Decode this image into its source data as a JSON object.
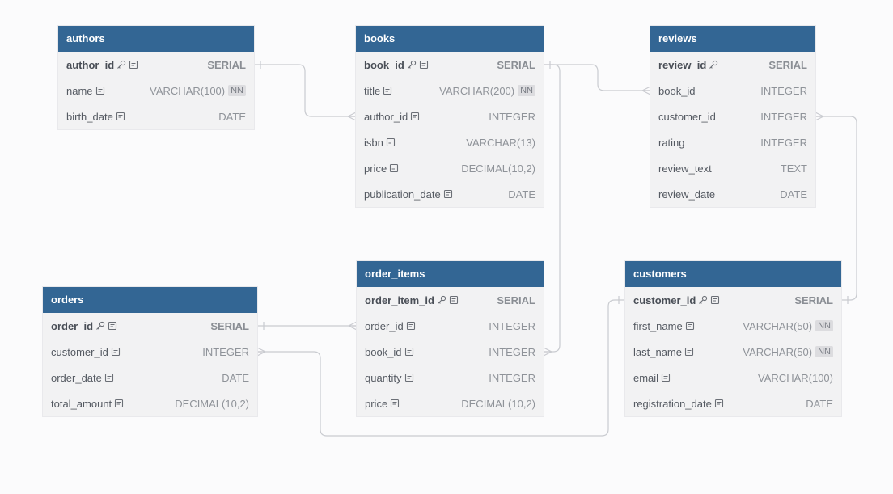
{
  "tables": [
    {
      "id": "authors",
      "title": "authors",
      "fields": [
        {
          "name": "author_id",
          "type": "SERIAL",
          "pk": true,
          "key": true,
          "note": true,
          "nn": false
        },
        {
          "name": "name",
          "type": "VARCHAR(100)",
          "pk": false,
          "key": false,
          "note": true,
          "nn": true
        },
        {
          "name": "birth_date",
          "type": "DATE",
          "pk": false,
          "key": false,
          "note": true,
          "nn": false
        }
      ]
    },
    {
      "id": "books",
      "title": "books",
      "fields": [
        {
          "name": "book_id",
          "type": "SERIAL",
          "pk": true,
          "key": true,
          "note": true,
          "nn": false
        },
        {
          "name": "title",
          "type": "VARCHAR(200)",
          "pk": false,
          "key": false,
          "note": true,
          "nn": true
        },
        {
          "name": "author_id",
          "type": "INTEGER",
          "pk": false,
          "key": false,
          "note": true,
          "nn": false
        },
        {
          "name": "isbn",
          "type": "VARCHAR(13)",
          "pk": false,
          "key": false,
          "note": true,
          "nn": false
        },
        {
          "name": "price",
          "type": "DECIMAL(10,2)",
          "pk": false,
          "key": false,
          "note": true,
          "nn": false
        },
        {
          "name": "publication_date",
          "type": "DATE",
          "pk": false,
          "key": false,
          "note": true,
          "nn": false
        }
      ]
    },
    {
      "id": "reviews",
      "title": "reviews",
      "fields": [
        {
          "name": "review_id",
          "type": "SERIAL",
          "pk": true,
          "key": true,
          "note": false,
          "nn": false
        },
        {
          "name": "book_id",
          "type": "INTEGER",
          "pk": false,
          "key": false,
          "note": false,
          "nn": false
        },
        {
          "name": "customer_id",
          "type": "INTEGER",
          "pk": false,
          "key": false,
          "note": false,
          "nn": false
        },
        {
          "name": "rating",
          "type": "INTEGER",
          "pk": false,
          "key": false,
          "note": false,
          "nn": false
        },
        {
          "name": "review_text",
          "type": "TEXT",
          "pk": false,
          "key": false,
          "note": false,
          "nn": false
        },
        {
          "name": "review_date",
          "type": "DATE",
          "pk": false,
          "key": false,
          "note": false,
          "nn": false
        }
      ]
    },
    {
      "id": "orders",
      "title": "orders",
      "fields": [
        {
          "name": "order_id",
          "type": "SERIAL",
          "pk": true,
          "key": true,
          "note": true,
          "nn": false
        },
        {
          "name": "customer_id",
          "type": "INTEGER",
          "pk": false,
          "key": false,
          "note": true,
          "nn": false
        },
        {
          "name": "order_date",
          "type": "DATE",
          "pk": false,
          "key": false,
          "note": true,
          "nn": false
        },
        {
          "name": "total_amount",
          "type": "DECIMAL(10,2)",
          "pk": false,
          "key": false,
          "note": true,
          "nn": false
        }
      ]
    },
    {
      "id": "order_items",
      "title": "order_items",
      "fields": [
        {
          "name": "order_item_id",
          "type": "SERIAL",
          "pk": true,
          "key": true,
          "note": true,
          "nn": false
        },
        {
          "name": "order_id",
          "type": "INTEGER",
          "pk": false,
          "key": false,
          "note": true,
          "nn": false
        },
        {
          "name": "book_id",
          "type": "INTEGER",
          "pk": false,
          "key": false,
          "note": true,
          "nn": false
        },
        {
          "name": "quantity",
          "type": "INTEGER",
          "pk": false,
          "key": false,
          "note": true,
          "nn": false
        },
        {
          "name": "price",
          "type": "DECIMAL(10,2)",
          "pk": false,
          "key": false,
          "note": true,
          "nn": false
        }
      ]
    },
    {
      "id": "customers",
      "title": "customers",
      "fields": [
        {
          "name": "customer_id",
          "type": "SERIAL",
          "pk": true,
          "key": true,
          "note": true,
          "nn": false
        },
        {
          "name": "first_name",
          "type": "VARCHAR(50)",
          "pk": false,
          "key": false,
          "note": true,
          "nn": true
        },
        {
          "name": "last_name",
          "type": "VARCHAR(50)",
          "pk": false,
          "key": false,
          "note": true,
          "nn": true
        },
        {
          "name": "email",
          "type": "VARCHAR(100)",
          "pk": false,
          "key": false,
          "note": true,
          "nn": false
        },
        {
          "name": "registration_date",
          "type": "DATE",
          "pk": false,
          "key": false,
          "note": true,
          "nn": false
        }
      ]
    }
  ],
  "relations": [
    {
      "from_table": "authors",
      "from_field": "author_id",
      "to_table": "books",
      "to_field": "author_id",
      "cardinality": "one-to-many"
    },
    {
      "from_table": "books",
      "from_field": "book_id",
      "to_table": "reviews",
      "to_field": "book_id",
      "cardinality": "one-to-many"
    },
    {
      "from_table": "books",
      "from_field": "book_id",
      "to_table": "order_items",
      "to_field": "book_id",
      "cardinality": "one-to-many"
    },
    {
      "from_table": "customers",
      "from_field": "customer_id",
      "to_table": "reviews",
      "to_field": "customer_id",
      "cardinality": "one-to-many"
    },
    {
      "from_table": "orders",
      "from_field": "order_id",
      "to_table": "order_items",
      "to_field": "order_id",
      "cardinality": "one-to-many"
    },
    {
      "from_table": "customers",
      "from_field": "customer_id",
      "to_table": "orders",
      "to_field": "customer_id",
      "cardinality": "one-to-many"
    }
  ],
  "nn_label": "NN",
  "colors": {
    "header": "#336694",
    "body": "#f2f2f3",
    "link": "#c9cbd0",
    "background": "#fbfbfc"
  },
  "icons": {
    "key": "key-icon",
    "note": "note-icon"
  }
}
